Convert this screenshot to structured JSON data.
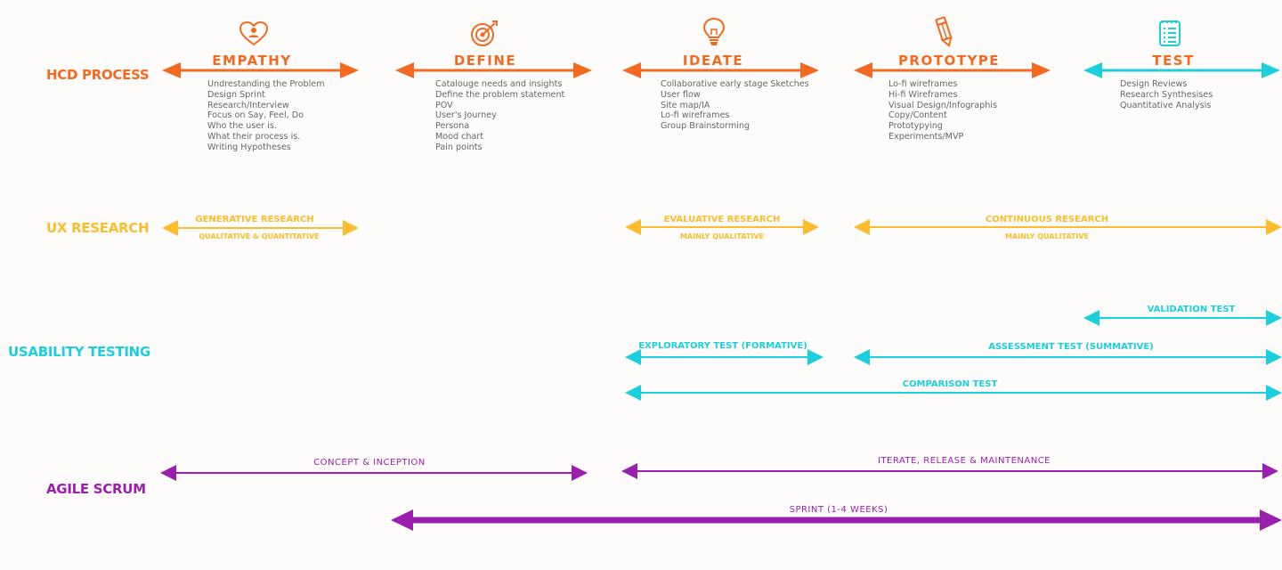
{
  "colors": {
    "hcd": "#f26a21",
    "ux": "#fbbd2e",
    "usability": "#1ccfdc",
    "agile": "#9b1fae"
  },
  "rows": {
    "hcd": "HCD PROCESS",
    "ux": "UX RESEARCH",
    "usability": "USABILITY TESTING",
    "agile": "AGILE SCRUM"
  },
  "phases": [
    {
      "icon": "heart-user-icon",
      "title": "EMPATHY",
      "items": [
        "Undrestanding the Problem",
        "Design Sprint",
        "Research/Interview",
        "Focus on Say, Feel, Do",
        "Who the user is.",
        "What their process is.",
        "Writing Hypotheses"
      ]
    },
    {
      "icon": "target-icon",
      "title": "DEFINE",
      "items": [
        "Catalouge needs and insights",
        "Define the problem statement",
        "POV",
        "User's Journey",
        "Persona",
        "Mood chart",
        "Pain points"
      ]
    },
    {
      "icon": "lightbulb-icon",
      "title": "IDEATE",
      "items": [
        "Collaborative early stage Sketches",
        "User flow",
        "Site map/IA",
        "Lo-fi wireframes",
        "Group Brainstorming"
      ]
    },
    {
      "icon": "pencil-icon",
      "title": "PROTOTYPE",
      "items": [
        "Lo-fi wireframes",
        "Hi-fi Wireframes",
        "Visual Design/Infographis",
        "Copy/Content",
        "Prototypying",
        "Experiments/MVP"
      ]
    },
    {
      "icon": "checklist-icon",
      "title": "TEST",
      "items": [
        "Design Reviews",
        "Research Synthesises",
        "Quantitative Analysis"
      ]
    }
  ],
  "ux_research": [
    {
      "label": "GENERATIVE RESEARCH",
      "sub": "QUALITATIVE & QUANTITATIVE"
    },
    {
      "label": "EVALUATIVE RESEARCH",
      "sub": "MAINLY QUALITATIVE"
    },
    {
      "label": "CONTINUOUS RESEARCH",
      "sub": "MAINLY QUALITATIVE"
    }
  ],
  "usability": {
    "validation": "VALIDATION TEST",
    "exploratory": "EXPLORATORY TEST (FORMATIVE)",
    "assessment": "ASSESSMENT TEST (SUMMATIVE)",
    "comparison": "COMPARISON TEST"
  },
  "agile": {
    "concept": "CONCEPT & INCEPTION",
    "iterate": "ITERATE, RELEASE & MAINTENANCE",
    "sprint": "SPRINT (1-4 WEEKS)"
  }
}
